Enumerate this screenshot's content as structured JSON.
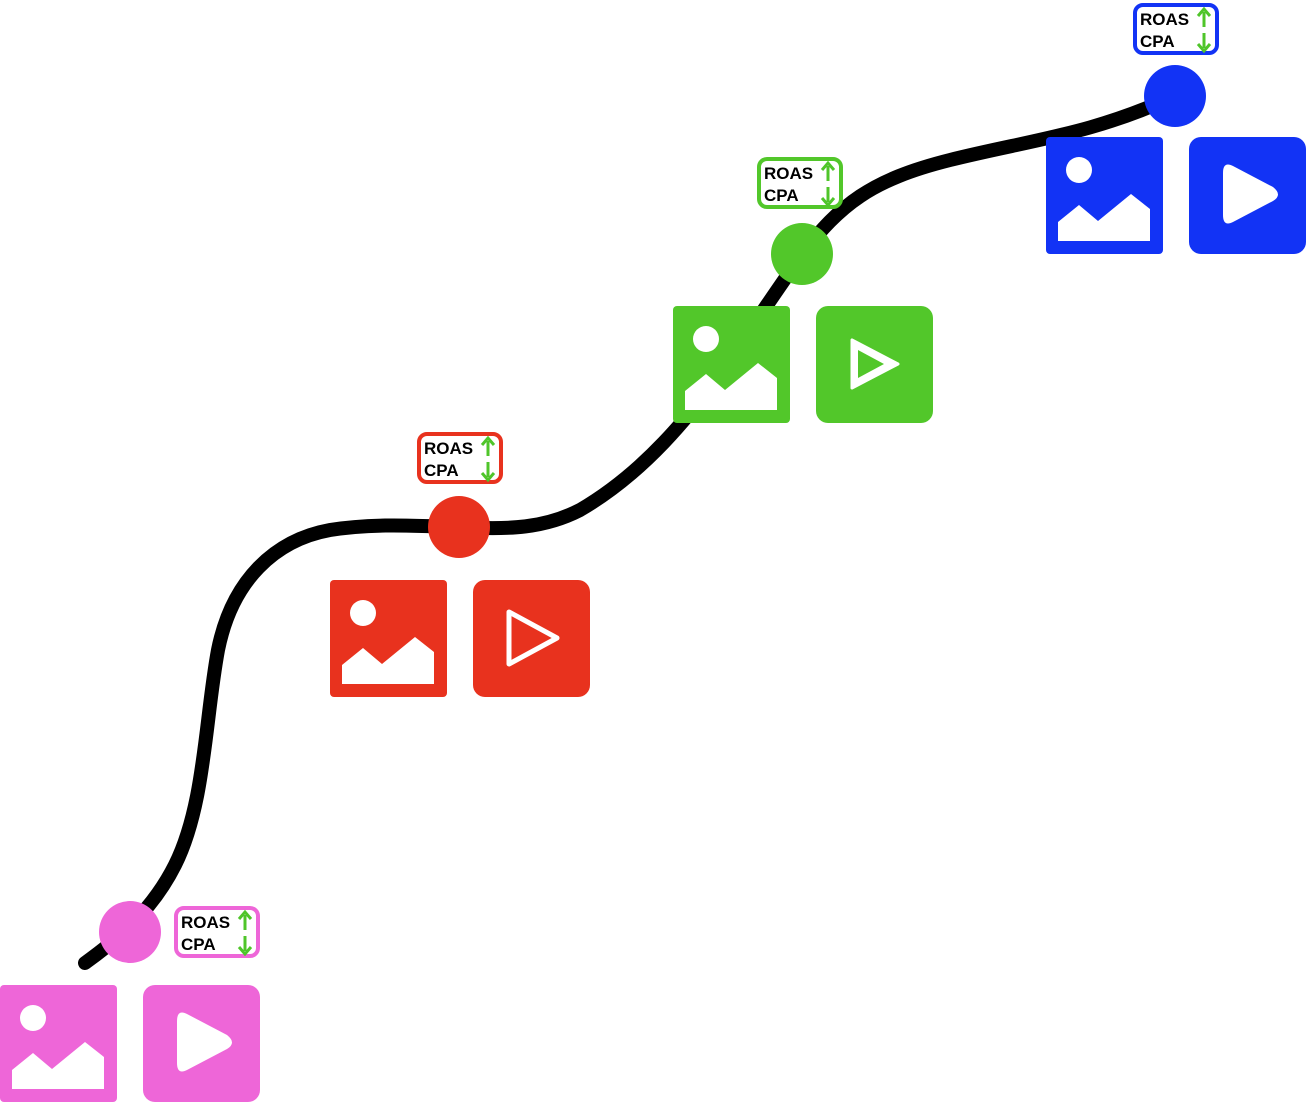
{
  "diagram": {
    "line_color": "#000000",
    "arrow_color": "#4fc52a",
    "metric_labels": {
      "roas": "ROAS",
      "cpa": "CPA"
    },
    "roas_trend": "up-arrow-icon",
    "cpa_trend": "down-arrow-icon",
    "stages": [
      {
        "name": "stage-1",
        "color": "#ee66d8",
        "play_style": "filled",
        "roas": "ROAS",
        "cpa": "CPA"
      },
      {
        "name": "stage-2",
        "color": "#e8321e",
        "play_style": "outline",
        "roas": "ROAS",
        "cpa": "CPA"
      },
      {
        "name": "stage-3",
        "color": "#52c72a",
        "play_style": "filled-outline",
        "roas": "ROAS",
        "cpa": "CPA"
      },
      {
        "name": "stage-4",
        "color": "#1233f5",
        "play_style": "filled",
        "roas": "ROAS",
        "cpa": "CPA"
      }
    ]
  }
}
